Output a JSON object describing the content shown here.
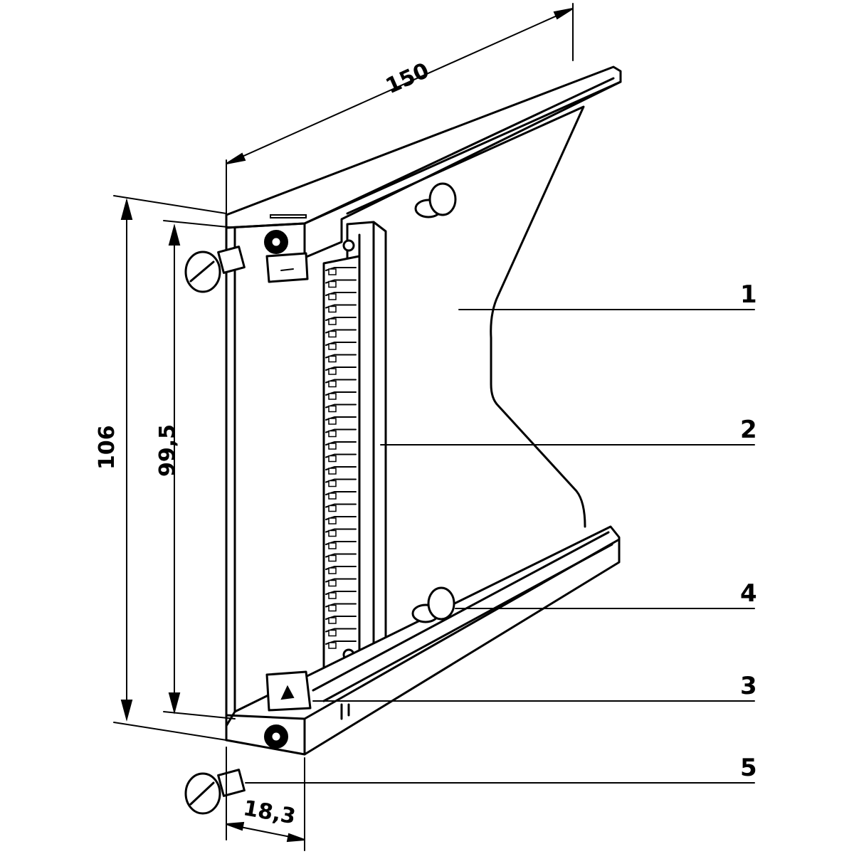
{
  "dimensions": {
    "length": "150",
    "outer_height": "106",
    "inner_height": "99,5",
    "width": "18,3"
  },
  "callouts": [
    {
      "id": "1"
    },
    {
      "id": "2"
    },
    {
      "id": "4"
    },
    {
      "id": "3"
    },
    {
      "id": "5"
    }
  ],
  "colors": {
    "line": "#000000",
    "background": "#ffffff"
  }
}
